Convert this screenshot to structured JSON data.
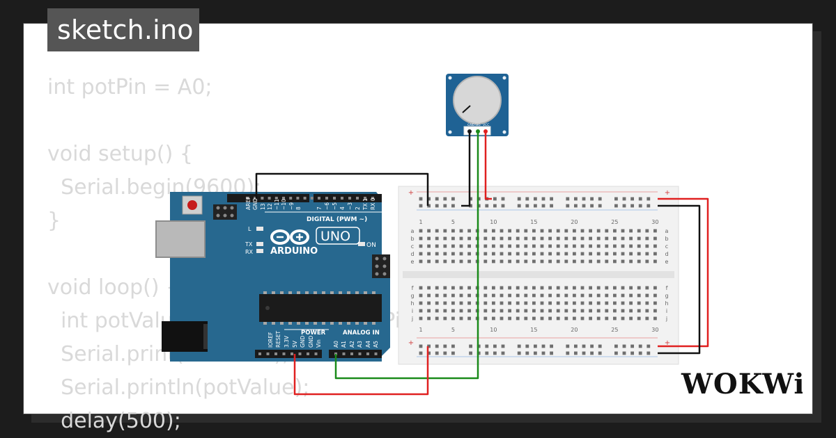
{
  "file_tab": {
    "label": "sketch.ino"
  },
  "code_lines": [
    "int potPin = A0;",
    "",
    "void setup() {",
    "  Serial.begin(9600);",
    "}",
    "",
    "void loop() {",
    "  int potValue = analogRead(potPin);",
    "  Serial.print(\"Value: \");",
    "  Serial.println(potValue);",
    "  delay(500);"
  ],
  "arduino": {
    "brand": "ARDUINO",
    "model": "UNO",
    "digital_label": "DIGITAL (PWM ~)",
    "power_label": "POWER",
    "analog_label": "ANALOG IN",
    "on_label": "ON",
    "led_l": "L",
    "led_tx": "TX",
    "led_rx": "RX",
    "header_top_labels": [
      "AREF",
      "GND",
      "13",
      "12",
      "~11",
      "~10",
      "~9",
      "8",
      "7",
      "~6",
      "~5",
      "4",
      "~3",
      "2",
      "TX 1",
      "RX 0"
    ],
    "header_bottom_labels": [
      "IOREF",
      "RESET",
      "3.3V",
      "5V",
      "GND",
      "GND",
      "Vin",
      "A0",
      "A1",
      "A2",
      "A3",
      "A4",
      "A5"
    ]
  },
  "potentiometer": {
    "pins": [
      "GND",
      "SIG",
      "VCC"
    ]
  },
  "breadboard": {
    "column_numbers": [
      "1",
      "5",
      "10",
      "15",
      "20",
      "25",
      "30"
    ],
    "row_letters_top": [
      "a",
      "b",
      "c",
      "d",
      "e"
    ],
    "row_letters_bottom": [
      "f",
      "g",
      "h",
      "i",
      "j"
    ],
    "plus_sign": "+",
    "minus_sign": "-"
  },
  "logo": {
    "text": "WOKWi"
  },
  "colors": {
    "board_blue": "#27688f",
    "wire_red": "#e02020",
    "wire_black": "#111111",
    "wire_green": "#1a8a1a",
    "pot_blue": "#1f6294"
  }
}
